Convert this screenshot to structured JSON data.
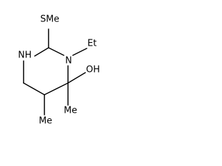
{
  "molecule": {
    "labels": {
      "sme": "SMe",
      "nh": "NH",
      "n": "N",
      "et": "Et",
      "oh": "OH",
      "me_c4": "Me",
      "me_c5": "Me"
    }
  }
}
